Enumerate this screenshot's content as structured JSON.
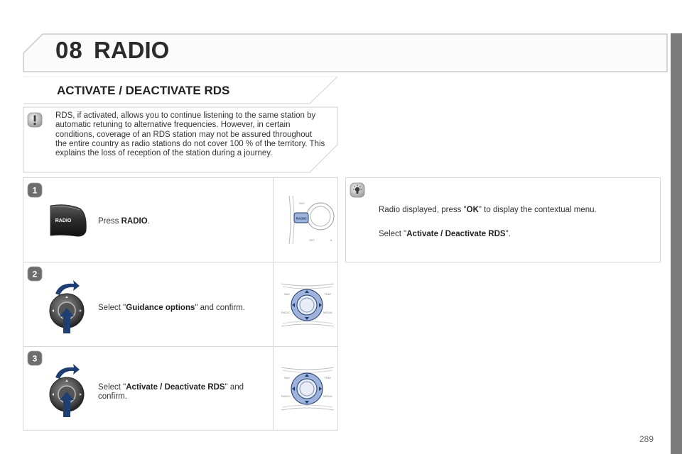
{
  "header": {
    "chapter_number": "08",
    "chapter_title": "RADIO"
  },
  "section": {
    "title": "ACTIVATE / DEACTIVATE RDS"
  },
  "info": {
    "icon": "warning-icon",
    "text": "RDS, if activated, allows you to continue listening to the same station by automatic retuning to alternative frequencies. However, in certain conditions, coverage of an RDS station may not be assured throughout the entire country as radio stations do not cover 100 % of the territory. This explains the loss of reception of the station during a journey."
  },
  "steps": [
    {
      "badge": "1",
      "pre": "Press ",
      "bold": "RADIO",
      "post": ".",
      "button_label": "RADIO"
    },
    {
      "badge": "2",
      "pre": "Select \"",
      "bold": "Guidance options",
      "post": "\" and confirm."
    },
    {
      "badge": "3",
      "pre": "Select \"",
      "bold": "Activate / Deactivate RDS",
      "post": "\" and confirm."
    }
  ],
  "controls": {
    "nav_label": "NAV",
    "radio_label": "RADIO",
    "set_label": "SET",
    "traf_label": "TRAF",
    "media_label": "MEDIA",
    "a_label": "A"
  },
  "tip": {
    "icon": "lightbulb-icon",
    "line1_pre": "Radio displayed, press \"",
    "line1_bold": "OK",
    "line1_post": "\" to display the contextual menu.",
    "line2_pre": "Select \"",
    "line2_bold": "Activate / Deactivate RDS",
    "line2_post": "\"."
  },
  "page_number": "289",
  "colors": {
    "badge": "#6d6d6d",
    "frame": "#c9c9c9",
    "arrow_blue": "#1f3f73",
    "knob_highlight": "#9fb3da"
  }
}
